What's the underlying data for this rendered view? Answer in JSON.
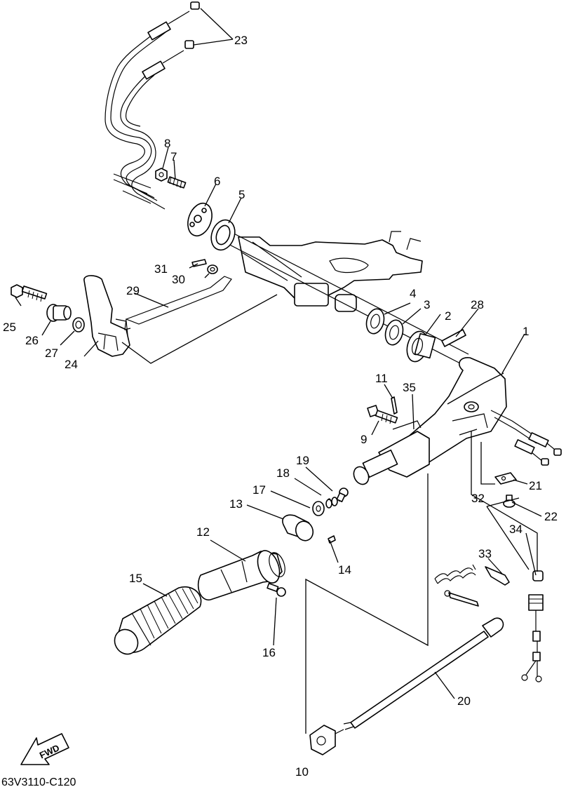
{
  "diagram": {
    "code": "63V3110-C120",
    "direction_label": "FWD",
    "callouts": [
      "1",
      "2",
      "3",
      "4",
      "5",
      "6",
      "7",
      "8",
      "9",
      "10",
      "11",
      "12",
      "13",
      "14",
      "15",
      "16",
      "17",
      "18",
      "19",
      "20",
      "21",
      "22",
      "23",
      "24",
      "25",
      "26",
      "27",
      "28",
      "29",
      "30",
      "31",
      "32",
      "33",
      "34",
      "35"
    ]
  }
}
